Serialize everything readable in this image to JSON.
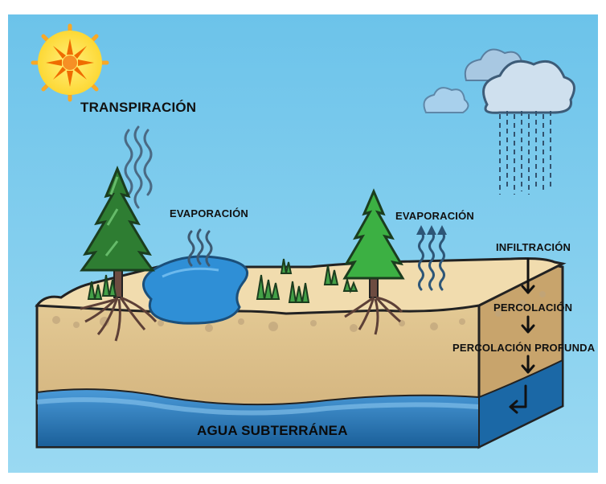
{
  "labels": {
    "transpiracion": "TRANSPIRACIÓN",
    "evaporacion_left": "EVAPORACIÓN",
    "evaporacion_right": "EVAPORACIÓN",
    "infiltracion": "INFILTRACIÓN",
    "percolacion": "PERCOLACIÓN",
    "percolacion_profunda": "PERCOLACIÓN PROFUNDA",
    "agua_subterranea": "AGUA SUBTERRÁNEA"
  },
  "colors": {
    "sky": "#6ec6ea",
    "sun": "#fdd835",
    "soil_surface": "#efd8a6",
    "soil": "#dcc08f",
    "water": "#1e7fc4",
    "groundwater": "#1a6ea8",
    "tree": "#2e7d32",
    "pond": "#2f8fd6"
  },
  "icons": [
    "sun-icon",
    "cloud-icon",
    "rain-cloud-icon",
    "tree-icon",
    "vapor-icon",
    "arrow-down-icon"
  ]
}
